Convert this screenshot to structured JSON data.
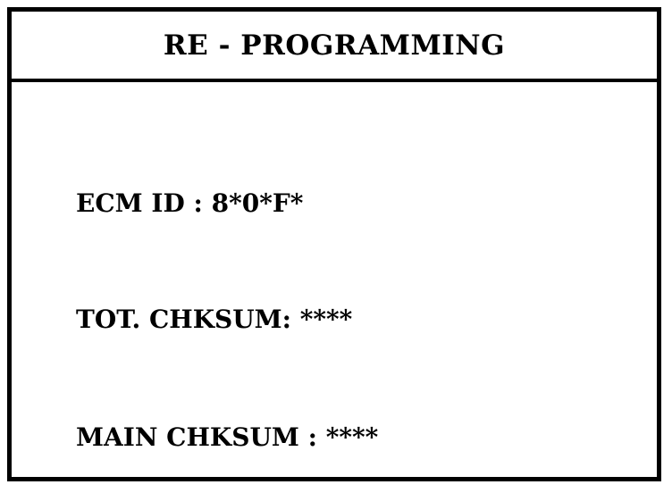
{
  "screen": {
    "title": "RE - PROGRAMMING",
    "lines": [
      {
        "text": "ECM ID : 8*0*F*"
      },
      {
        "text": "TOT. CHKSUM: ****"
      },
      {
        "text": "MAIN CHKSUM : ****"
      }
    ]
  }
}
